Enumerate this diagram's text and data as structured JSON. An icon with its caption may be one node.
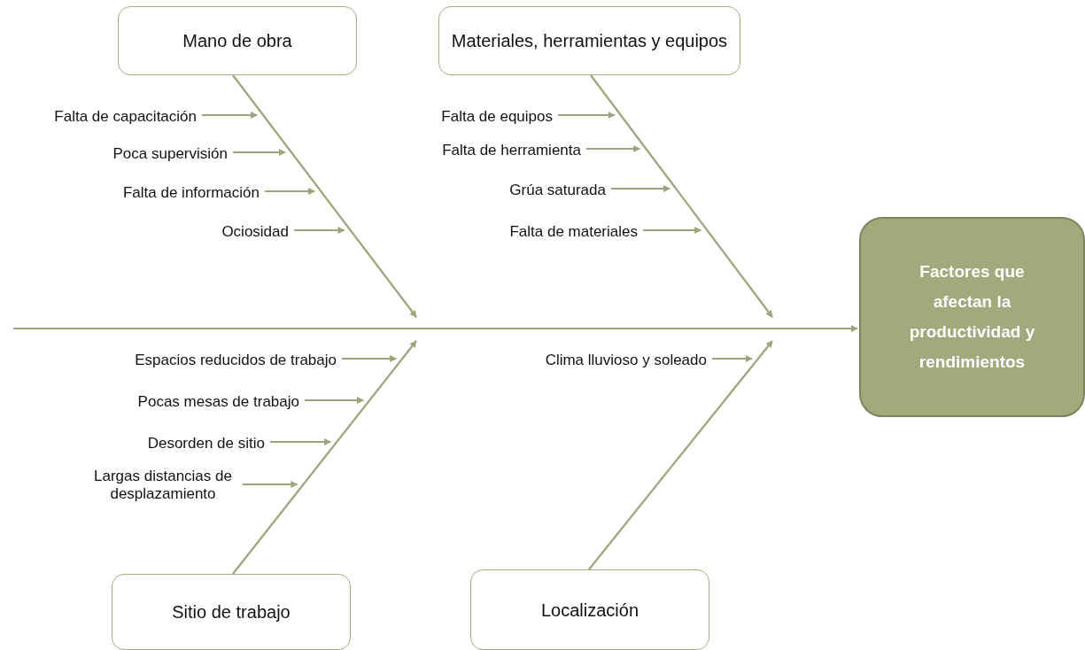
{
  "diagram": {
    "nodes": [
      {
        "text": [
          "Mano de obra"
        ]
      },
      {
        "text": [
          "Materiales, herramientas y equipos"
        ]
      },
      {
        "text": [
          "Factores que afectan la productividad y rendimientos"
        ]
      },
      {
        "text": [
          "Sitio de trabajo"
        ]
      },
      {
        "text": [
          "Localización"
        ]
      },
      {
        "text": [
          "Falta de capacitación"
        ]
      },
      {
        "text": [
          "Poca supervisión"
        ]
      },
      {
        "text": [
          "Falta de información"
        ]
      },
      {
        "text": [
          "Ociosidad"
        ]
      },
      {
        "text": [
          "Falta de equipos"
        ]
      },
      {
        "text": [
          "Falta de herramienta"
        ]
      },
      {
        "text": [
          "Grúa saturada"
        ]
      },
      {
        "text": [
          "Falta de materiales"
        ]
      },
      {
        "text": [
          "Espacios reducidos de trabajo"
        ]
      },
      {
        "text": [
          "Pocas mesas de trabajo"
        ]
      },
      {
        "text": [
          "Desorden de sitio"
        ]
      },
      {
        "text": [
          "Largas distancias de desplazamiento"
        ]
      },
      {
        "text": [
          "Clima lluvioso y soleado"
        ]
      }
    ],
    "edges": [
      {
        "from": 0,
        "to": null,
        "arrow": "to"
      },
      {
        "from": 1,
        "to": null,
        "arrow": "to"
      },
      {
        "from": 3,
        "to": null,
        "arrow": "to"
      },
      {
        "from": 4,
        "to": null,
        "arrow": "to"
      },
      {
        "from": null,
        "to": 2,
        "arrow": "to"
      },
      {
        "from": 5,
        "to": null,
        "arrow": "to"
      },
      {
        "from": 6,
        "to": null,
        "arrow": "to"
      },
      {
        "from": 7,
        "to": null,
        "arrow": "to"
      },
      {
        "from": 8,
        "to": null,
        "arrow": "to"
      },
      {
        "from": 9,
        "to": null,
        "arrow": "to"
      },
      {
        "from": 10,
        "to": null,
        "arrow": "to"
      },
      {
        "from": 11,
        "to": null,
        "arrow": "to"
      },
      {
        "from": 12,
        "to": null,
        "arrow": "to"
      },
      {
        "from": 13,
        "to": null,
        "arrow": "to"
      },
      {
        "from": 14,
        "to": null,
        "arrow": "to"
      },
      {
        "from": 15,
        "to": null,
        "arrow": "to"
      },
      {
        "from": 16,
        "to": null,
        "arrow": "to"
      },
      {
        "from": 17,
        "to": null,
        "arrow": "to"
      }
    ]
  }
}
